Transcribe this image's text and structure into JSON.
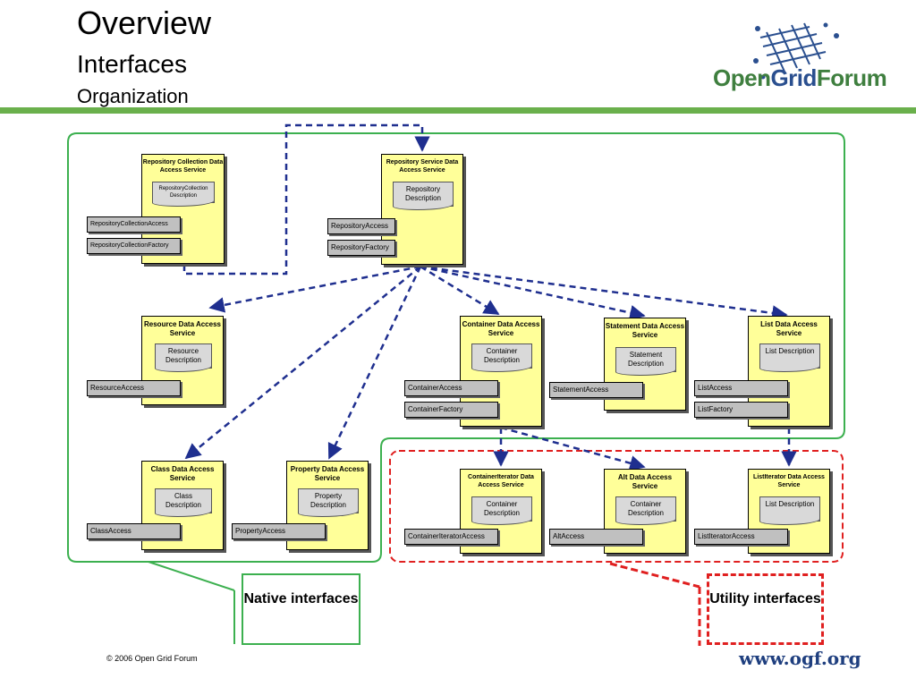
{
  "header": {
    "title": "Overview",
    "subtitle": "Interfaces",
    "subsubtitle": "Organization"
  },
  "logo": {
    "part1": "Open",
    "part2": "Grid",
    "part3": "Forum"
  },
  "services": {
    "repo_collection": {
      "title": "Repository Collection Data Access Service",
      "doc": "RepositoryCollection Description",
      "ifaces": [
        "RepositoryCollectionAccess",
        "RepositoryCollectionFactory"
      ]
    },
    "repo_service": {
      "title": "Repository Service Data Access Service",
      "doc": "Repository Description",
      "ifaces": [
        "RepositoryAccess",
        "RepositoryFactory"
      ]
    },
    "resource": {
      "title": "Resource Data Access Service",
      "doc": "Resource Description",
      "ifaces": [
        "ResourceAccess"
      ]
    },
    "container": {
      "title": "Container Data Access Service",
      "doc": "Container Description",
      "ifaces": [
        "ContainerAccess",
        "ContainerFactory"
      ]
    },
    "statement": {
      "title": "Statement Data Access Service",
      "doc": "Statement Description",
      "ifaces": [
        "StatementAccess"
      ]
    },
    "list": {
      "title": "List Data Access Service",
      "doc": "List Description",
      "ifaces": [
        "ListAccess",
        "ListFactory"
      ]
    },
    "class": {
      "title": "Class Data Access Service",
      "doc": "Class Description",
      "ifaces": [
        "ClassAccess"
      ]
    },
    "property": {
      "title": "Property Data Access Service",
      "doc": "Property Description",
      "ifaces": [
        "PropertyAccess"
      ]
    },
    "container_iterator": {
      "title": "ContainerIterator Data Access Service",
      "doc": "Container Description",
      "ifaces": [
        "ContainerIteratorAccess"
      ]
    },
    "alt": {
      "title": "Alt Data Access Service",
      "doc": "Container Description",
      "ifaces": [
        "AltAccess"
      ]
    },
    "list_iterator": {
      "title": "ListIterator Data Access Service",
      "doc": "List Description",
      "ifaces": [
        "ListIteratorAccess"
      ]
    }
  },
  "callouts": {
    "native": "Native interfaces",
    "utility": "Utility interfaces"
  },
  "footer": {
    "copyright": "© 2006 Open Grid Forum",
    "url": "www.ogf.org"
  },
  "colors": {
    "native_border": "#3cb04f",
    "utility_border": "#e02020",
    "arrow": "#1f2f8f",
    "service_fill": "#ffff99",
    "header_rule": "#6ab04c"
  }
}
